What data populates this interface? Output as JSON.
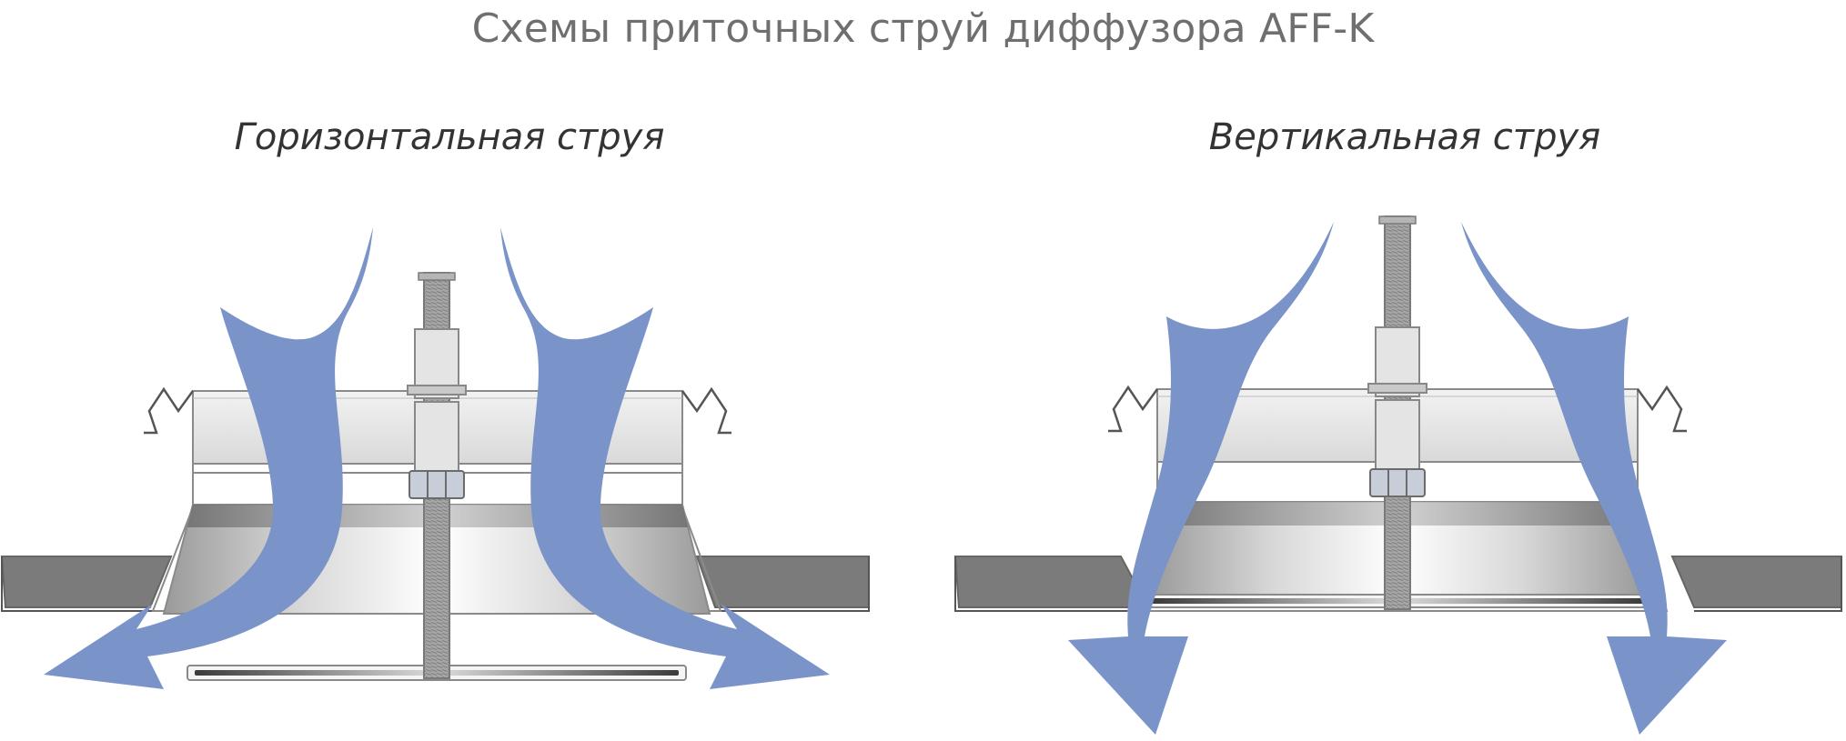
{
  "title": "Схемы приточных струй диффузора AFF-K",
  "panels": [
    {
      "subtitle": "Горизонтальная струя",
      "jet": "horizontal"
    },
    {
      "subtitle": "Вертикальная струя",
      "jet": "vertical"
    }
  ],
  "colors": {
    "arrow": "#7a94c9",
    "ceiling": "#7b7b7b",
    "frame": "#e3e3e3",
    "outline": "#6a6a6a",
    "rod": "#a9a9a9"
  }
}
